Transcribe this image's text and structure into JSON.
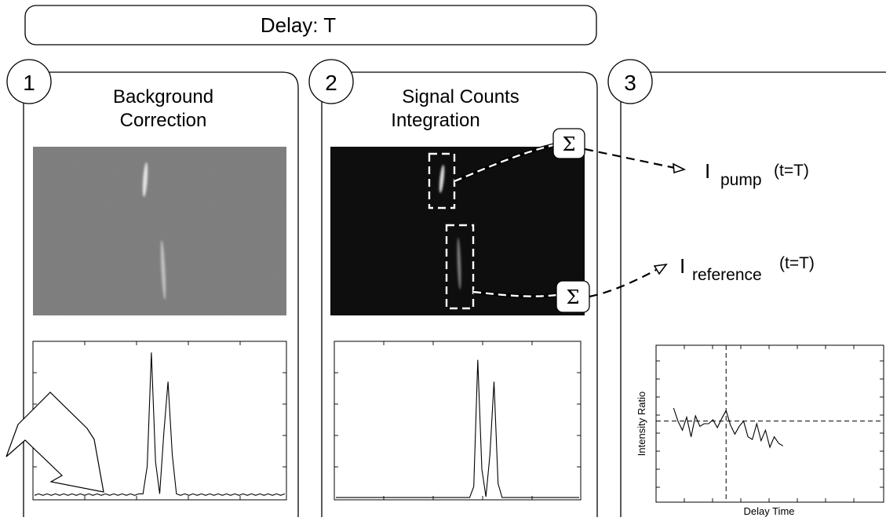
{
  "delay_bar": {
    "label": "Delay: T"
  },
  "panels": [
    {
      "number": "1",
      "title_line1": "Background",
      "title_line2": "Correction"
    },
    {
      "number": "2",
      "title_line1": "Signal Counts",
      "title_line2": "Integration"
    },
    {
      "number": "3"
    }
  ],
  "sum_symbol": "Σ",
  "outputs": {
    "pump": {
      "main": "I",
      "sub": "pump",
      "suffix": "(t=T)"
    },
    "reference": {
      "main": "I",
      "sub": "reference",
      "suffix": "(t=T)"
    }
  },
  "ratio_plot": {
    "ylabel": "Intensity Ratio",
    "xlabel": "Delay Time"
  },
  "colors": {
    "line": "#000000",
    "image_bg_1": "#7c7c7c",
    "image_bg_2": "#0e0e0e",
    "arrow_fill": "#ffffff"
  },
  "chart_data": [
    {
      "type": "line",
      "panel": "1",
      "x": [
        0,
        1,
        2,
        3,
        4,
        5,
        6,
        7,
        8,
        9,
        10,
        11,
        12,
        13,
        14,
        15,
        16,
        17,
        18,
        19,
        20,
        21,
        22,
        23,
        24,
        25,
        26,
        27,
        28,
        29,
        30,
        31,
        32,
        33,
        34,
        35,
        36,
        37,
        38,
        39,
        40,
        41,
        42,
        43,
        44,
        45,
        46,
        47,
        48,
        49,
        50,
        51,
        52,
        53,
        54,
        55,
        56,
        57,
        58,
        59,
        60
      ],
      "y": [
        0.02,
        0.03,
        0.02,
        0.03,
        0.02,
        0.03,
        0.02,
        0.03,
        0.02,
        0.03,
        0.02,
        0.03,
        0.02,
        0.03,
        0.02,
        0.03,
        0.02,
        0.03,
        0.02,
        0.03,
        0.02,
        0.03,
        0.02,
        0.03,
        0.02,
        0.03,
        0.03,
        0.22,
        1.0,
        0.25,
        0.03,
        0.45,
        0.8,
        0.3,
        0.03,
        0.02,
        0.03,
        0.02,
        0.03,
        0.02,
        0.03,
        0.02,
        0.03,
        0.02,
        0.03,
        0.02,
        0.03,
        0.02,
        0.03,
        0.02,
        0.03,
        0.02,
        0.03,
        0.02,
        0.03,
        0.02,
        0.03,
        0.02,
        0.03,
        0.02,
        0.03
      ],
      "ylim": [
        0,
        1.05
      ],
      "grid": false
    },
    {
      "type": "line",
      "panel": "2",
      "x": [
        0,
        1,
        2,
        3,
        4,
        5,
        6,
        7,
        8,
        9,
        10,
        11,
        12,
        13,
        14,
        15,
        16,
        17,
        18,
        19,
        20,
        21,
        22,
        23,
        24,
        25,
        26,
        27,
        28,
        29,
        30,
        31,
        32,
        33,
        34,
        35,
        36,
        37,
        38,
        39,
        40,
        41,
        42,
        43,
        44,
        45,
        46,
        47,
        48,
        49,
        50,
        51,
        52,
        53,
        54,
        55,
        56,
        57,
        58,
        59,
        60
      ],
      "y": [
        0.005,
        0.005,
        0.005,
        0.005,
        0.005,
        0.005,
        0.005,
        0.005,
        0.005,
        0.005,
        0.005,
        0.005,
        0.005,
        0.005,
        0.005,
        0.005,
        0.005,
        0.005,
        0.005,
        0.005,
        0.005,
        0.005,
        0.005,
        0.005,
        0.005,
        0.005,
        0.005,
        0.005,
        0.005,
        0.005,
        0.005,
        0.005,
        0.005,
        0.005,
        0.08,
        0.95,
        0.2,
        0.01,
        0.3,
        0.8,
        0.1,
        0.005,
        0.005,
        0.005,
        0.005,
        0.005,
        0.005,
        0.005,
        0.005,
        0.005,
        0.005,
        0.005,
        0.005,
        0.005,
        0.005,
        0.005,
        0.005,
        0.005,
        0.005,
        0.005,
        0.005
      ],
      "ylim": [
        0,
        1.05
      ],
      "grid": false
    },
    {
      "type": "line",
      "panel": "3",
      "xlabel": "Delay Time",
      "ylabel": "Intensity Ratio",
      "x": [
        0,
        1,
        2,
        3,
        4,
        5,
        6,
        7,
        8,
        9,
        10,
        11,
        12,
        13,
        14,
        15,
        16,
        17,
        18,
        19,
        20,
        21,
        22,
        23,
        24,
        25
      ],
      "y": [
        0.72,
        0.62,
        0.55,
        0.65,
        0.5,
        0.66,
        0.58,
        0.6,
        0.6,
        0.63,
        0.57,
        0.64,
        0.7,
        0.59,
        0.52,
        0.58,
        0.62,
        0.5,
        0.48,
        0.6,
        0.47,
        0.55,
        0.42,
        0.5,
        0.45,
        0.43
      ],
      "reference_line_y": 0.62,
      "reference_line_x": 12,
      "xlim": [
        -4,
        48
      ],
      "ylim": [
        0,
        1.2
      ],
      "grid": false
    }
  ]
}
